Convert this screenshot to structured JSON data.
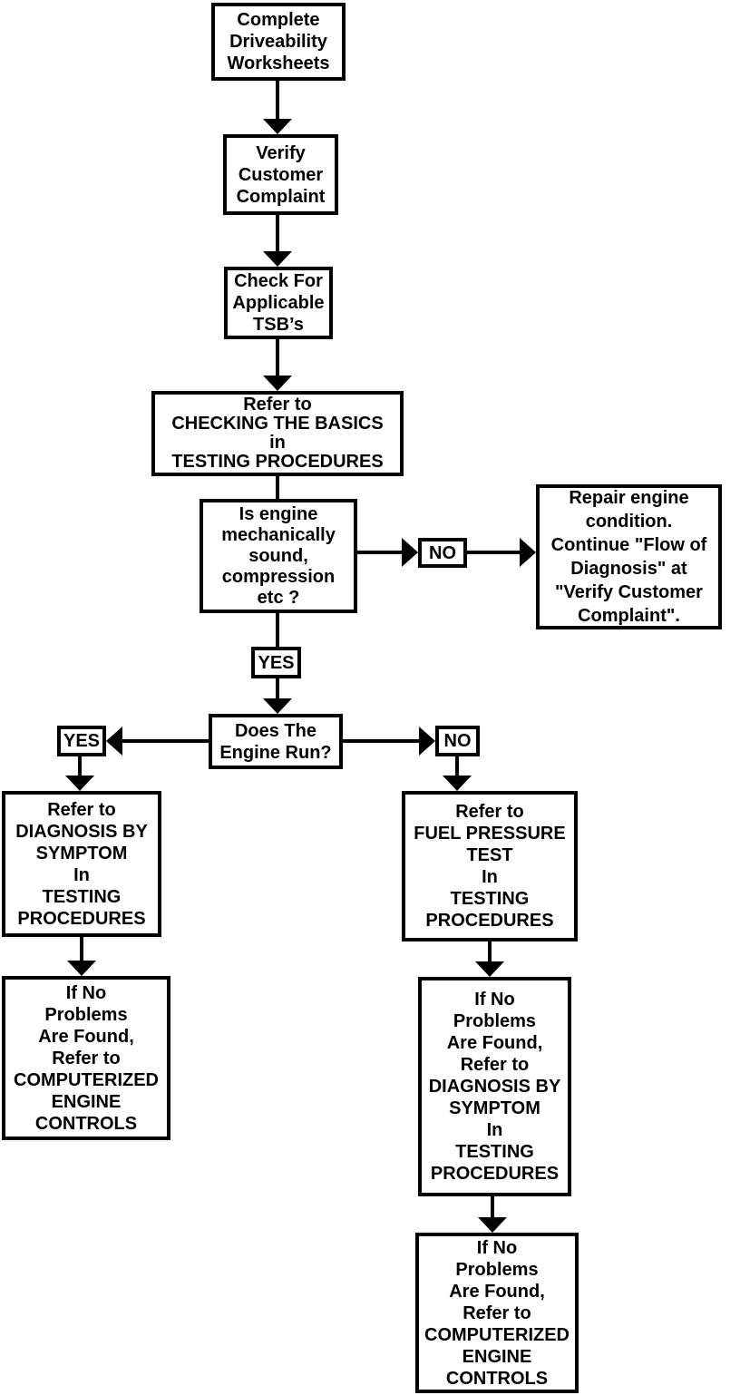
{
  "page": {
    "background_color": "#ffffff",
    "ink_color": "#000000",
    "title": "Flow of Diagnosis flowchart"
  },
  "flowchart": {
    "nodes": {
      "complete_driveability_worksheets": {
        "lines": [
          "Complete",
          "Driveability",
          "Worksheets"
        ]
      },
      "verify_customer_complaint": {
        "lines": [
          "Verify",
          "Customer",
          "Complaint"
        ]
      },
      "check_for_applicable_tsbs": {
        "lines": [
          "Check For",
          "Applicable",
          "TSB’s"
        ]
      },
      "refer_checking_the_basics": {
        "lines": [
          "Refer to",
          "CHECKING THE BASICS",
          "in",
          "TESTING PROCEDURES"
        ]
      },
      "is_engine_mechanically_sound": {
        "lines": [
          "Is engine",
          "mechanically",
          "sound,",
          "compression",
          "etc ?"
        ]
      },
      "repair_engine_condition": {
        "lines": [
          "Repair engine",
          "condition.",
          "Continue \"Flow of",
          "Diagnosis\" at",
          "\"Verify Customer",
          "Complaint\"."
        ]
      },
      "does_the_engine_run": {
        "lines": [
          "Does The",
          "Engine Run?"
        ]
      },
      "refer_diagnosis_by_symptom": {
        "lines": [
          "Refer to",
          "DIAGNOSIS BY",
          "SYMPTOM",
          "In",
          "TESTING",
          "PROCEDURES"
        ]
      },
      "if_no_problems_computerized_left": {
        "lines": [
          "If No",
          "Problems",
          "Are Found,",
          "Refer to",
          "COMPUTERIZED",
          "ENGINE",
          "CONTROLS"
        ]
      },
      "refer_fuel_pressure_test": {
        "lines": [
          "Refer to",
          "FUEL PRESSURE",
          "TEST",
          "In",
          "TESTING",
          "PROCEDURES"
        ]
      },
      "if_no_problems_diagnosis_by_symptom": {
        "lines": [
          "If No",
          "Problems",
          "Are Found,",
          "Refer to",
          "DIAGNOSIS BY",
          "SYMPTOM",
          "In",
          "TESTING",
          "PROCEDURES"
        ]
      },
      "if_no_problems_computerized_right": {
        "lines": [
          "If No",
          "Problems",
          "Are Found,",
          "Refer to",
          "COMPUTERIZED",
          "ENGINE",
          "CONTROLS"
        ]
      }
    },
    "labels": {
      "no_engine_sound": "NO",
      "yes_engine_sound": "YES",
      "yes_engine_run": "YES",
      "no_engine_run": "NO"
    }
  }
}
